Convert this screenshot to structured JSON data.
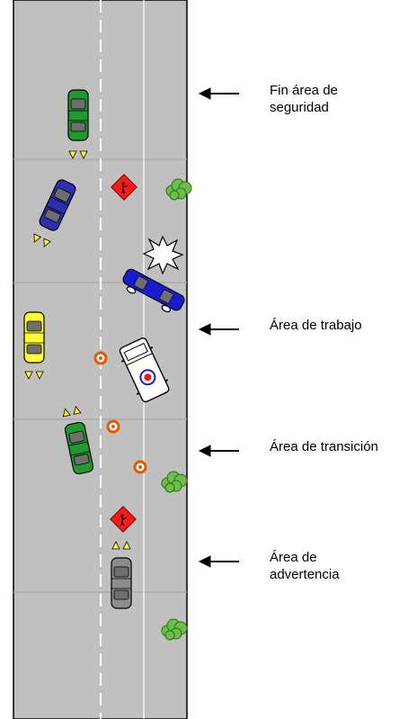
{
  "zones": [
    {
      "id": "security",
      "line1": "Fin área de",
      "line2": "seguridad"
    },
    {
      "id": "work",
      "line1": "Área de trabajo",
      "line2": ""
    },
    {
      "id": "transition",
      "line1": "Área de transición",
      "line2": ""
    },
    {
      "id": "warning",
      "line1": "Área de",
      "line2": "advertencia"
    }
  ],
  "colors": {
    "road": "#c0c0c0",
    "lane_line": "#ffffff",
    "zone_divider": "#a6a6a6",
    "car_green": "#1e9a2e",
    "car_blue": "#2e2eb0",
    "car_yellow": "#ffff33",
    "car_gray": "#8c8c8c",
    "crashed_car": "#1a1ad0",
    "ambulance": "#ffffff",
    "warning_sign": "#ff1a1a",
    "cone": "#e05a00",
    "bush": "#6cc04a",
    "arrow": "#000000"
  },
  "icons": [
    "car-icon",
    "warning-sign-icon",
    "bush-icon",
    "crash-burst-icon",
    "traffic-cone-icon",
    "ambulance-icon",
    "arrow-left-icon"
  ]
}
